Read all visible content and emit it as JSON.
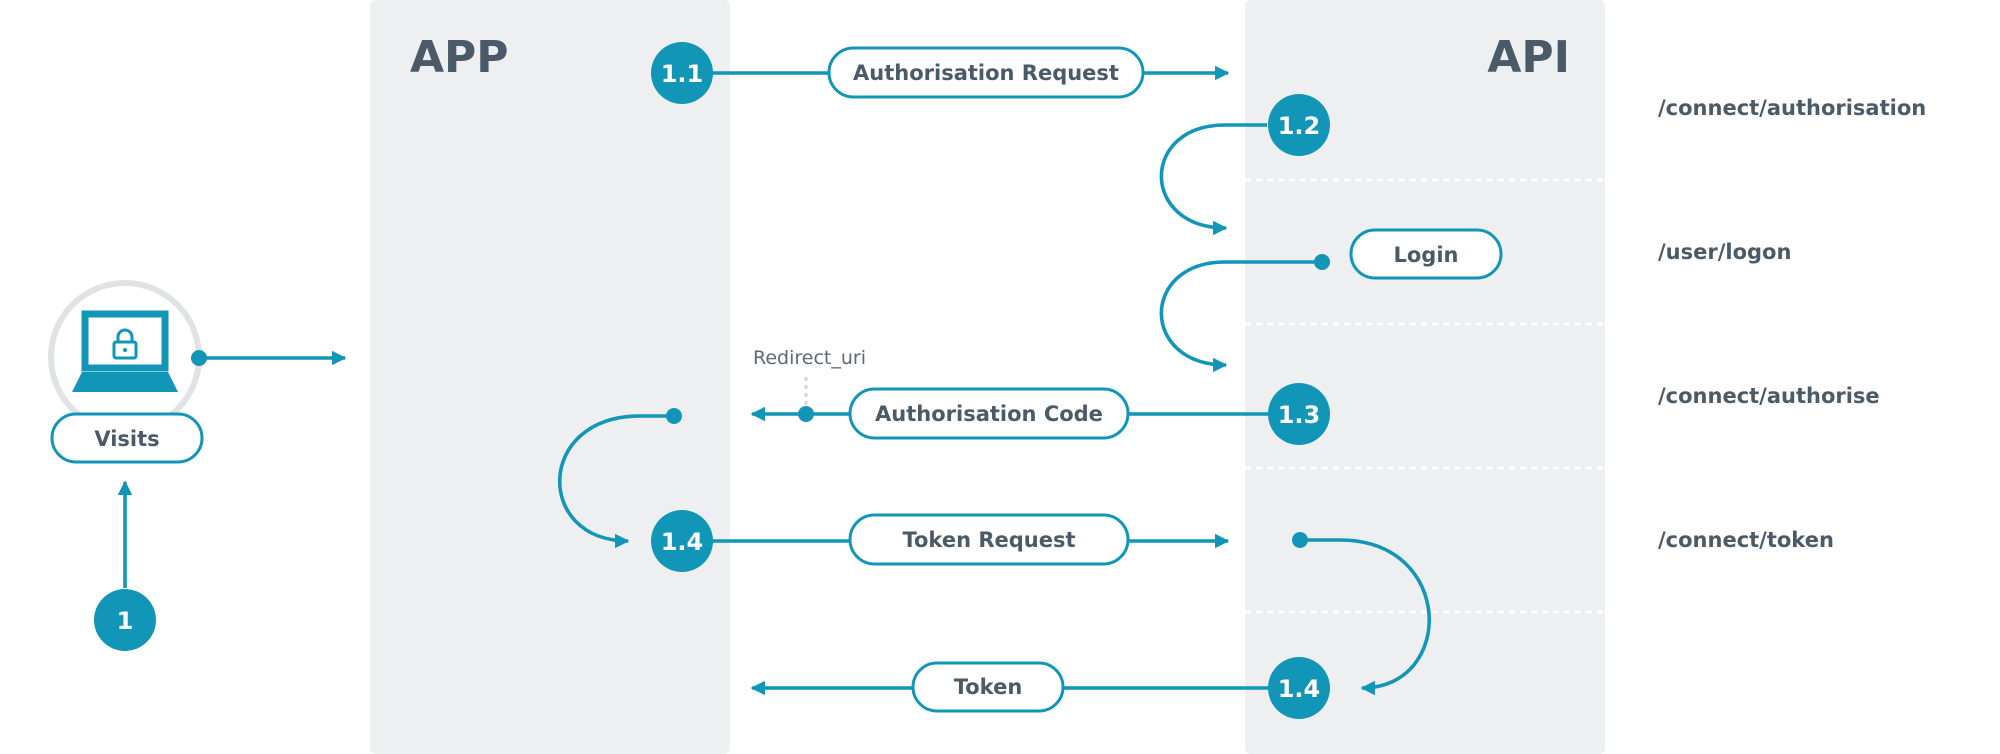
{
  "lanes": {
    "app": "APP",
    "api": "API"
  },
  "badges": {
    "step_1": "1",
    "step_1_1": "1.1",
    "step_1_2": "1.2",
    "step_1_3": "1.3",
    "step_1_4_a": "1.4",
    "step_1_4_b": "1.4"
  },
  "messages": {
    "visits": "Visits",
    "authorisation_request": "Authorisation Request",
    "login": "Login",
    "authorisation_code": "Authorisation Code",
    "token_request": "Token Request",
    "token": "Token",
    "redirect_uri": "Redirect_uri"
  },
  "endpoints": [
    "/connect/authorisation",
    "/user/logon",
    "/connect/authorise",
    "/connect/token"
  ],
  "icons": {
    "laptop": "laptop-lock-icon"
  },
  "colors": {
    "accent": "#1196b8",
    "lane": "#eeeff1",
    "text": "#4b5a68"
  }
}
